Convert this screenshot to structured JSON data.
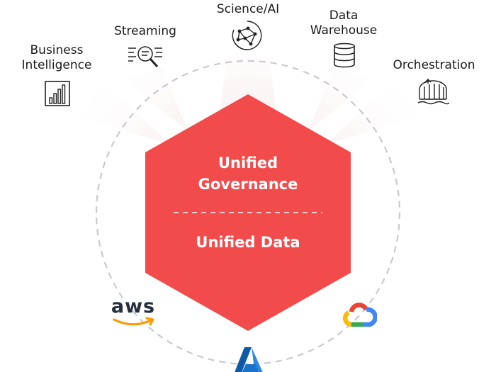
{
  "workloads": [
    {
      "id": "bi",
      "lines": [
        "Business",
        "Intelligence"
      ],
      "icon": "bar-chart-icon"
    },
    {
      "id": "streaming",
      "lines": [
        "Streaming"
      ],
      "icon": "streaming-icon"
    },
    {
      "id": "science",
      "lines": [
        "Science/AI"
      ],
      "icon": "network-brain-icon"
    },
    {
      "id": "warehouse",
      "lines": [
        "Data",
        "Warehouse"
      ],
      "icon": "database-icon"
    },
    {
      "id": "orchestration",
      "lines": [
        "Orchestration"
      ],
      "icon": "orchestration-icon"
    }
  ],
  "core": {
    "governance_lines": [
      "Unified",
      "Governance"
    ],
    "data_label": "Unified Data"
  },
  "clouds": [
    {
      "id": "aws",
      "text": "aws",
      "icon": "aws-logo-icon"
    },
    {
      "id": "gcp",
      "icon": "google-cloud-logo-icon"
    },
    {
      "id": "azure",
      "icon": "azure-logo-icon"
    }
  ],
  "colors": {
    "hexagon": "#f24b4b",
    "ring": "#c9c9d4",
    "text": "#1b1b1b",
    "aws_orange": "#ff9900",
    "azure_blue": "#1a73c9",
    "gcp_red": "#ea4335",
    "gcp_yellow": "#fbbc05",
    "gcp_green": "#34a853",
    "gcp_blue": "#4285f4"
  }
}
